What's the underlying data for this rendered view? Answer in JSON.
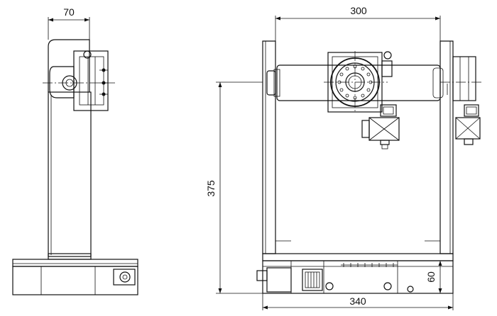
{
  "drawing": {
    "dimensions": {
      "side_width": "70",
      "front_width": "300",
      "height": "375",
      "base_height": "60",
      "base_width": "340"
    }
  }
}
